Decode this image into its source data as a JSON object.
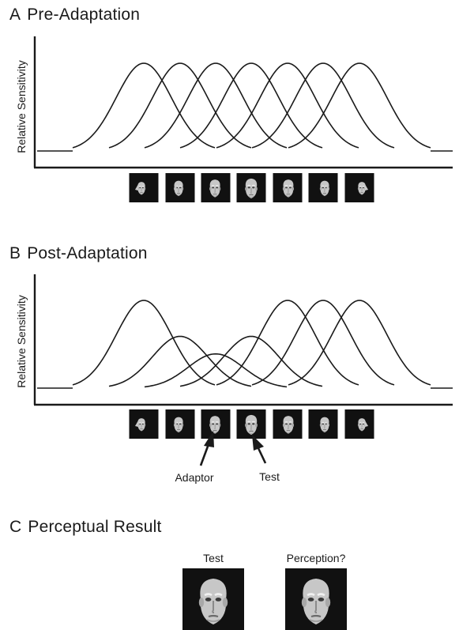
{
  "panels": {
    "a": {
      "letter": "A",
      "title": "Pre-Adaptation",
      "ylabel": "Relative Sensitivity"
    },
    "b": {
      "letter": "B",
      "title": "Post-Adaptation",
      "ylabel": "Relative Sensitivity",
      "adaptor_label": "Adaptor",
      "test_label": "Test"
    },
    "c": {
      "letter": "C",
      "title": "Perceptual Result",
      "test_label": "Test",
      "perception_label": "Perception?"
    }
  },
  "face_strip": {
    "icons": [
      "face-profile-left-icon",
      "face-three-quarter-left-icon",
      "face-slight-left-icon",
      "face-frontal-icon",
      "face-slight-right-icon",
      "face-three-quarter-right-icon",
      "face-profile-right-icon"
    ],
    "views": [
      "left-profile",
      "left-three-quarter",
      "left-slight",
      "frontal",
      "right-slight",
      "right-three-quarter",
      "right-profile"
    ]
  },
  "tuning_curves": {
    "pre_adaptation_peaks": [
      1,
      1,
      1,
      1,
      1,
      1,
      1
    ],
    "post_adaptation_peaks": [
      1,
      0.59,
      0.39,
      0.59,
      1,
      1,
      1
    ],
    "adapted_channel_index": 2,
    "test_channel_index": 3
  },
  "colors": {
    "ink": "#1a1a1a",
    "thumb_bg": "#111111",
    "skin": "#c9c9c9"
  }
}
